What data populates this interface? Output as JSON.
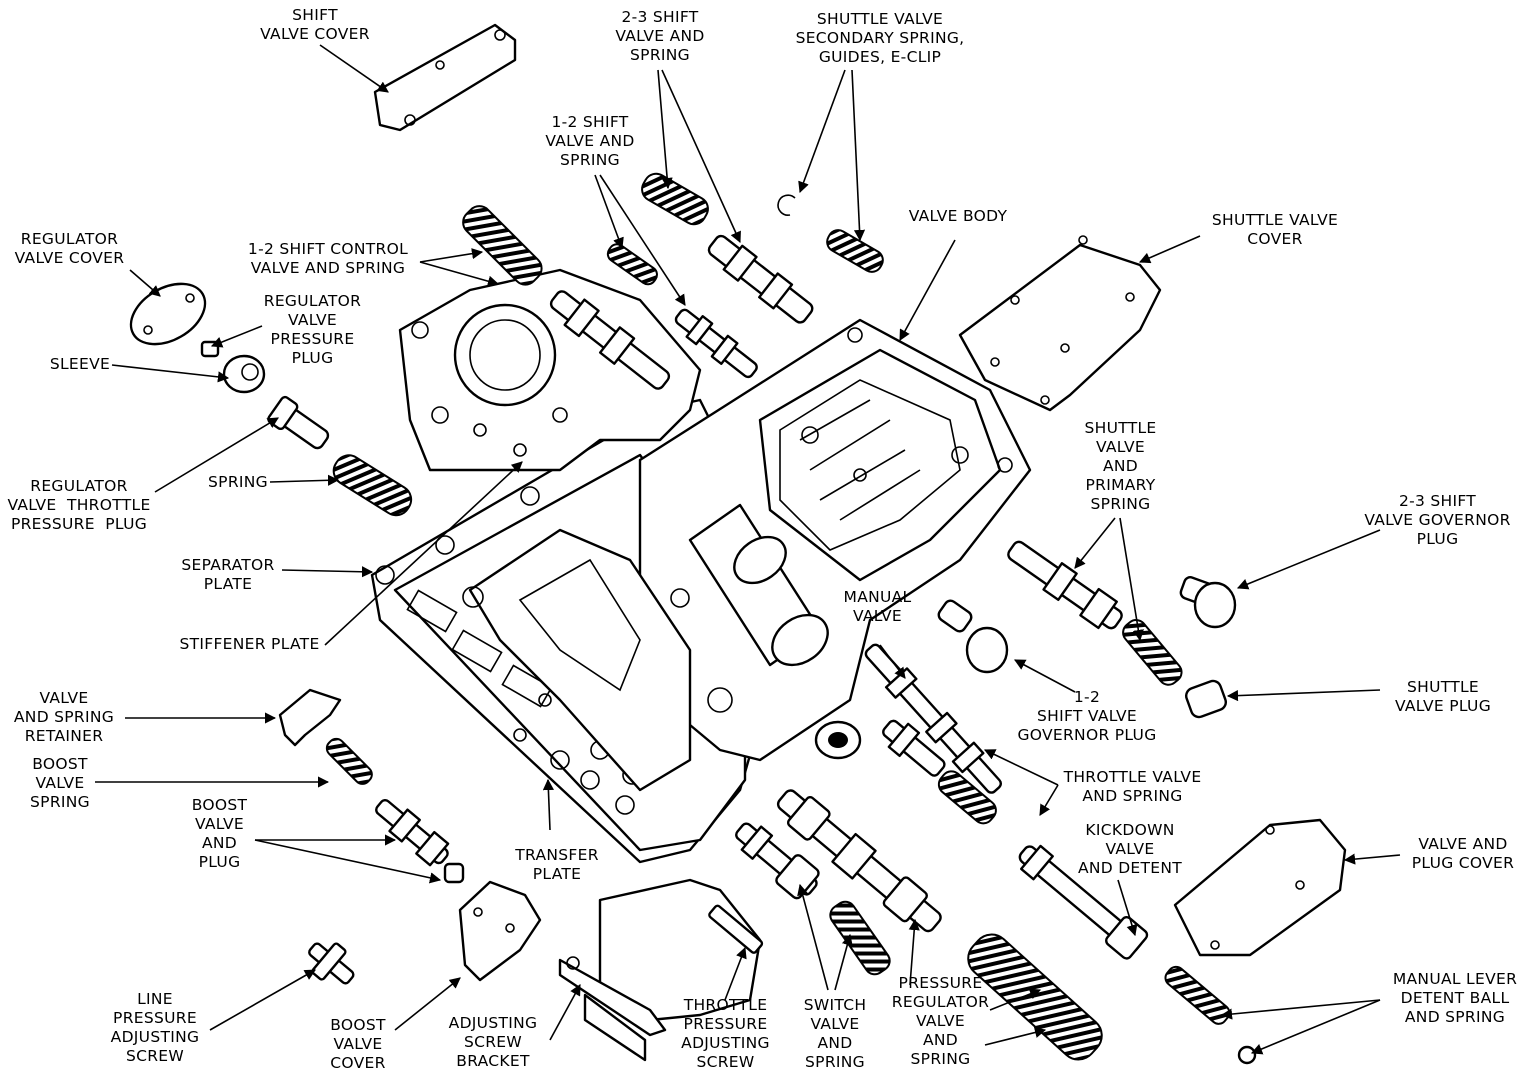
{
  "labels": {
    "shift_valve_cover": "SHIFT\nVALVE COVER",
    "shift_23_valve_spring": "2-3 SHIFT\nVALVE AND\nSPRING",
    "shuttle_secondary": "SHUTTLE VALVE\nSECONDARY SPRING,\nGUIDES, E-CLIP",
    "shift_12_valve_spring": "1-2 SHIFT\nVALVE AND\nSPRING",
    "valve_body": "VALVE BODY",
    "shuttle_valve_cover": "SHUTTLE VALVE\nCOVER",
    "regulator_valve_cover": "REGULATOR\nVALVE COVER",
    "shift_control_12": "1-2 SHIFT CONTROL\nVALVE AND SPRING",
    "regulator_pressure_plug": "REGULATOR\nVALVE\nPRESSURE\nPLUG",
    "sleeve": "SLEEVE",
    "shuttle_valve_primary": "SHUTTLE\nVALVE\nAND\nPRIMARY\nSPRING",
    "regulator_throttle_plug": "REGULATOR\nVALVE  THROTTLE\nPRESSURE  PLUG",
    "spring": "SPRING",
    "shift_23_governor_plug": "2-3 SHIFT\nVALVE GOVERNOR\nPLUG",
    "separator_plate": "SEPARATOR\nPLATE",
    "manual_valve": "MANUAL\nVALVE",
    "stiffener_plate": "STIFFENER PLATE",
    "shift_12_governor_plug": "1-2\nSHIFT VALVE\nGOVERNOR PLUG",
    "shuttle_valve_plug": "SHUTTLE\nVALVE PLUG",
    "valve_spring_retainer": "VALVE\nAND SPRING\nRETAINER",
    "throttle_valve_spring": "THROTTLE VALVE\nAND SPRING",
    "boost_valve_spring": "BOOST\nVALVE\nSPRING",
    "kickdown_valve": "KICKDOWN\nVALVE\nAND DETENT",
    "boost_valve_plug": "BOOST\nVALVE\nAND\nPLUG",
    "transfer_plate": "TRANSFER\nPLATE",
    "valve_plug_cover": "VALVE AND\nPLUG COVER",
    "line_pressure_screw": "LINE\nPRESSURE\nADJUSTING\nSCREW",
    "boost_valve_cover": "BOOST\nVALVE\nCOVER",
    "adjusting_screw_bracket": "ADJUSTING\nSCREW\nBRACKET",
    "throttle_pressure_screw": "THROTTLE\nPRESSURE\nADJUSTING\nSCREW",
    "switch_valve_spring": "SWITCH\nVALVE\nAND\nSPRING",
    "pressure_regulator": "PRESSURE\nREGULATOR\nVALVE\nAND\nSPRING",
    "manual_lever_detent": "MANUAL LEVER\nDETENT BALL\nAND SPRING"
  }
}
